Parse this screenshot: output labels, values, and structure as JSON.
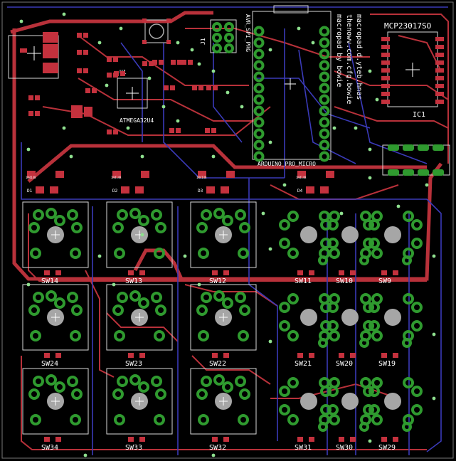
{
  "colors": {
    "background": "#000000",
    "top_copper": "#b8313a",
    "bottom_copper": "#3a3ab8",
    "pads": "#2f9a2f",
    "silkscreen": "#ffffff",
    "holes": "#a6a6a6"
  },
  "labels": {
    "avr_spi_prg": "AVR_SPI_PRG",
    "j1": "J1",
    "u1": "U1",
    "atmega": "ATMEGA32U4",
    "arduino": "ARDUINO_PRO_MICRO",
    "mcp": "MCP23017SO",
    "ic1": "IC1",
    "credit_line1": "macropad by bowie",
    "credit_line2": "thenowv.com.cfg.bowie",
    "credit_line3": "macropad.d.yteb.hnas",
    "diode_labels": [
      "D1",
      "D2",
      "D3",
      "D4"
    ],
    "diode_small": [
      "1N4148",
      "1N4148",
      "1N4148",
      "1N4148"
    ]
  },
  "switches": {
    "left_grid": [
      [
        "SW14",
        "SW13",
        "SW12"
      ],
      [
        "SW24",
        "SW23",
        "SW22"
      ],
      [
        "SW34",
        "SW33",
        "SW32"
      ]
    ],
    "right_grid": [
      [
        "SW11",
        "SW10",
        "SW9"
      ],
      [
        "SW21",
        "SW20",
        "SW19"
      ],
      [
        "SW31",
        "SW30",
        "SW29"
      ]
    ]
  }
}
